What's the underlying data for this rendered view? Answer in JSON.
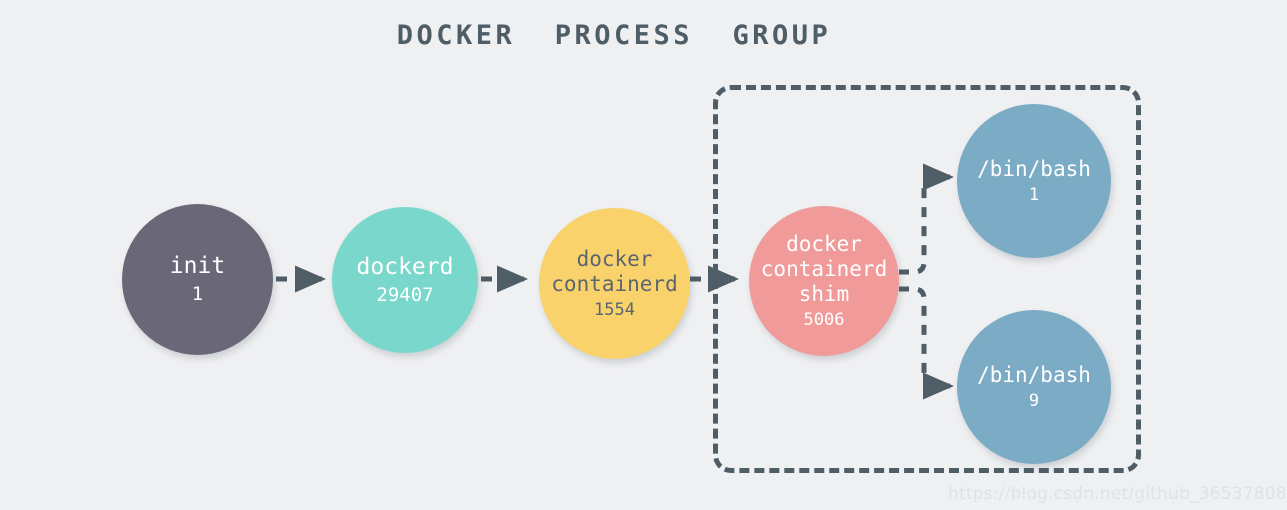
{
  "title": "DOCKER  PROCESS  GROUP",
  "background_color": "#eff0f2",
  "accent_color": "#4e5d66",
  "watermark": "https://blog.csdn.net/github_36537808",
  "group": {
    "name": "container-process-group",
    "border_style": "dashed",
    "border_color": "#4e5d66"
  },
  "nodes": [
    {
      "id": "init",
      "label": "init",
      "pid": "1",
      "color": "#6a6878",
      "text_color": "#ffffff"
    },
    {
      "id": "dockerd",
      "label": "dockerd",
      "pid": "29407",
      "color": "#79d8cb",
      "text_color": "#ffffff"
    },
    {
      "id": "containerd",
      "label": "docker\ncontainerd",
      "pid": "1554",
      "color": "#f9d26b",
      "text_color": "#5c6670"
    },
    {
      "id": "shim",
      "label": "docker\ncontainerd\nshim",
      "pid": "5006",
      "color": "#f09a9a",
      "text_color": "#ffffff"
    },
    {
      "id": "bash1",
      "label": "/bin/bash",
      "pid": "1",
      "color": "#7cacc5",
      "text_color": "#ffffff"
    },
    {
      "id": "bash9",
      "label": "/bin/bash",
      "pid": "9",
      "color": "#7cacc5",
      "text_color": "#ffffff"
    }
  ],
  "edges": [
    {
      "id": "init-to-dockerd",
      "from": "init",
      "to": "dockerd",
      "style": "dashed-arrow"
    },
    {
      "id": "dockerd-to-containerd",
      "from": "dockerd",
      "to": "containerd",
      "style": "dashed-arrow"
    },
    {
      "id": "containerd-to-shim",
      "from": "containerd",
      "to": "shim",
      "style": "dashed-arrow"
    },
    {
      "id": "shim-to-bash1",
      "from": "shim",
      "to": "bash1",
      "style": "dashed-arrow"
    },
    {
      "id": "shim-to-bash9",
      "from": "shim",
      "to": "bash9",
      "style": "dashed-arrow"
    }
  ]
}
